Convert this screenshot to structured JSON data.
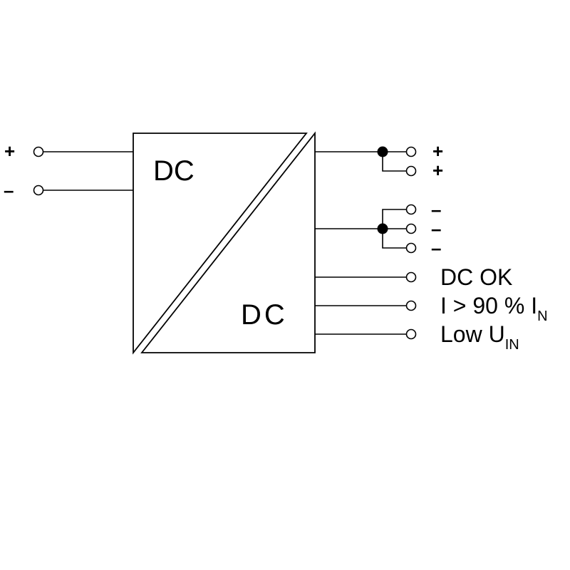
{
  "diagram": {
    "block": {
      "input_label": "DC",
      "output_label": "DC"
    },
    "inputs": [
      {
        "sign": "+"
      },
      {
        "sign": "–"
      }
    ],
    "outputs": {
      "positive": [
        "+",
        "+"
      ],
      "negative": [
        "–",
        "–",
        "–"
      ],
      "signals": [
        {
          "text": "DC OK",
          "subscript": ""
        },
        {
          "text": "I > 90 % I",
          "subscript": "N"
        },
        {
          "text": "Low U",
          "subscript": "IN"
        }
      ]
    }
  }
}
